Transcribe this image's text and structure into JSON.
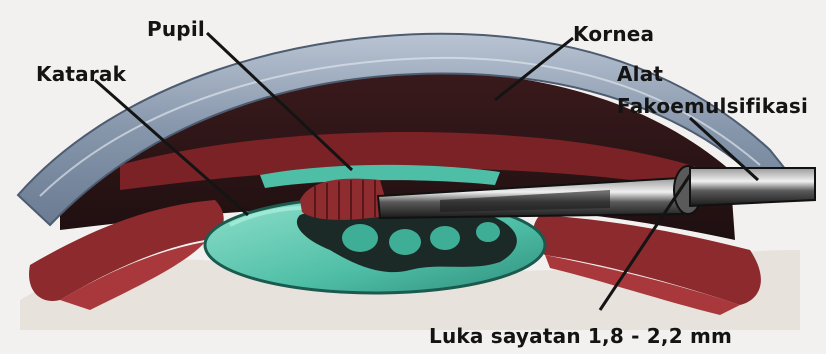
{
  "labels": {
    "katarak": "Katarak",
    "pupil": "Pupil",
    "kornea": "Kornea",
    "alat_line1": "Alat",
    "alat_line2": "Fakoemulsifikasi",
    "luka": "Luka sayatan 1,8 - 2,2 mm"
  },
  "colors": {
    "background": "#f3f1ef",
    "cornea": "#8f9fb3",
    "iris": "#8c2a2e",
    "lens": "#5fc9b2",
    "instrument": "#2a2a2a",
    "leader_line": "#141414"
  }
}
